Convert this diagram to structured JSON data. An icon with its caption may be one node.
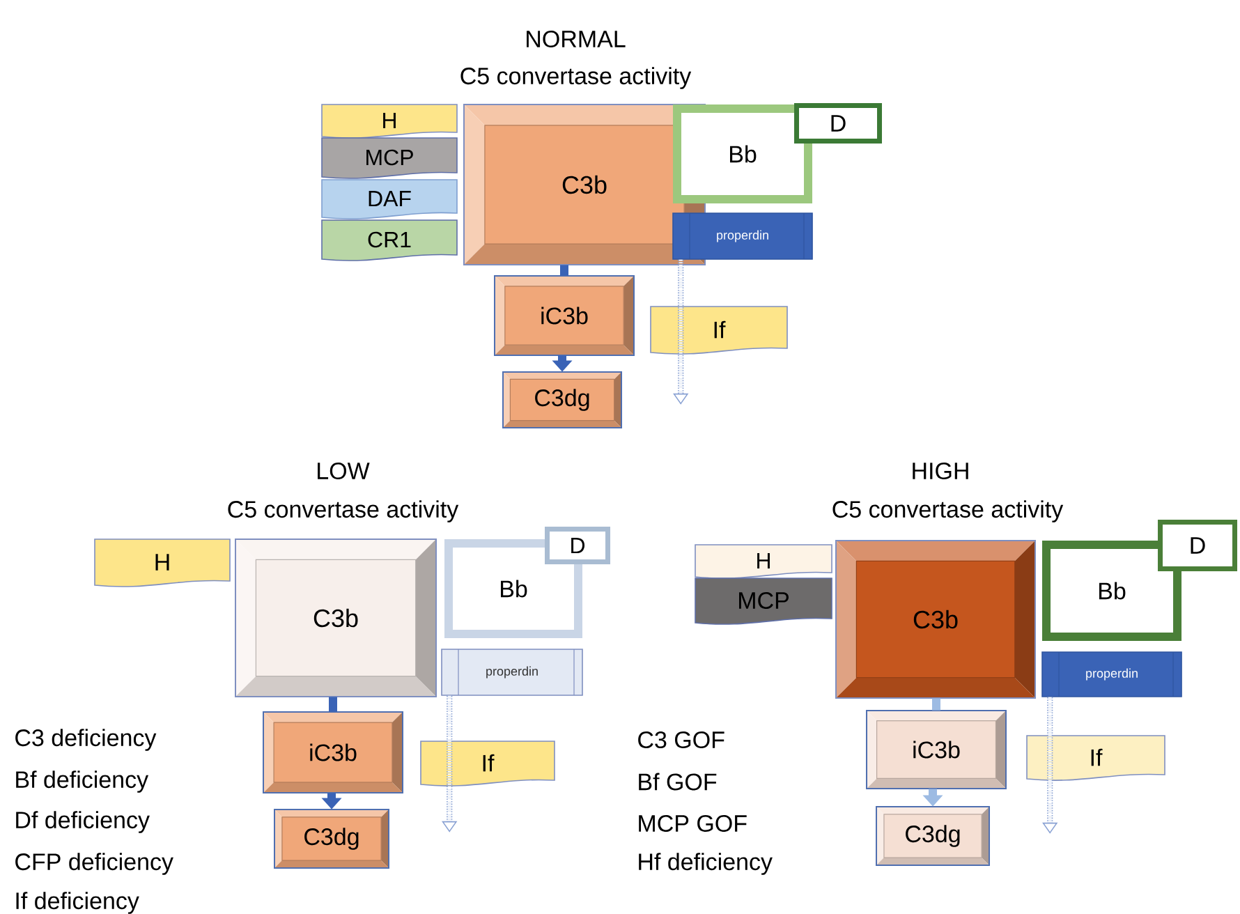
{
  "diagram": {
    "nodes": [
      {
        "text": [
          "H"
        ]
      },
      {
        "text": [
          "MCP"
        ]
      },
      {
        "text": [
          "DAF"
        ]
      },
      {
        "text": [
          "CR1"
        ]
      },
      {
        "text": [
          "C3b"
        ]
      },
      {
        "text": [
          "Bb"
        ]
      },
      {
        "text": [
          "D"
        ]
      },
      {
        "text": [
          "properdin"
        ]
      },
      {
        "text": [
          "iC3b"
        ]
      },
      {
        "text": [
          "If"
        ]
      },
      {
        "text": [
          "C3dg"
        ]
      },
      {
        "text": [
          "H"
        ]
      },
      {
        "text": [
          "C3b"
        ]
      },
      {
        "text": [
          "Bb"
        ]
      },
      {
        "text": [
          "D"
        ]
      },
      {
        "text": [
          "properdin"
        ]
      },
      {
        "text": [
          "iC3b"
        ]
      },
      {
        "text": [
          "If"
        ]
      },
      {
        "text": [
          "C3dg"
        ]
      },
      {
        "text": [
          "H"
        ]
      },
      {
        "text": [
          "MCP"
        ]
      },
      {
        "text": [
          "C3b"
        ]
      },
      {
        "text": [
          "Bb"
        ]
      },
      {
        "text": [
          "D"
        ]
      },
      {
        "text": [
          "properdin"
        ]
      },
      {
        "text": [
          "iC3b"
        ]
      },
      {
        "text": [
          "If"
        ]
      },
      {
        "text": [
          "C3dg"
        ]
      }
    ],
    "edges": [
      {
        "from": 4,
        "to": 8,
        "arrow": "none"
      },
      {
        "from": 8,
        "to": 10,
        "arrow": "to"
      },
      {
        "from": 7,
        "to": null,
        "arrow": "to",
        "style": "dashed"
      },
      {
        "from": 12,
        "to": 16,
        "arrow": "none"
      },
      {
        "from": 16,
        "to": 18,
        "arrow": "to"
      },
      {
        "from": 15,
        "to": null,
        "arrow": "to",
        "style": "dashed"
      },
      {
        "from": 21,
        "to": 25,
        "arrow": "none",
        "color": "#9dbbe3"
      },
      {
        "from": 25,
        "to": 27,
        "arrow": "to",
        "color": "#9dbbe3"
      },
      {
        "from": 24,
        "to": null,
        "arrow": "to",
        "style": "dashed"
      }
    ],
    "labels": [
      "NORMAL",
      "C5 convertase activity",
      "LOW",
      "C5 convertase activity",
      "HIGH",
      "C5 convertase activity",
      "C3 deficiency",
      "Bf deficiency",
      "Df deficiency",
      "CFP deficiency",
      "If deficiency",
      "C3 GOF",
      "Bf GOF",
      "MCP GOF",
      "Hf deficiency"
    ]
  }
}
